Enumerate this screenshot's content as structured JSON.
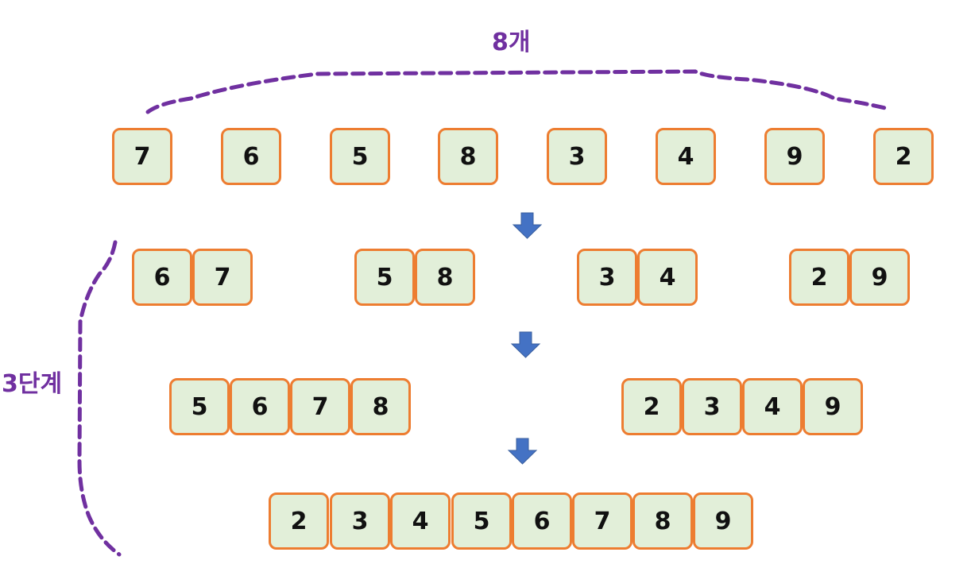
{
  "labels": {
    "count": "8개",
    "steps": "3단계"
  },
  "rows": [
    [
      "7",
      "6",
      "5",
      "8",
      "3",
      "4",
      "9",
      "2"
    ],
    [
      [
        "6",
        "7"
      ],
      [
        "5",
        "8"
      ],
      [
        "3",
        "4"
      ],
      [
        "2",
        "9"
      ]
    ],
    [
      [
        "5",
        "6",
        "7",
        "8"
      ],
      [
        "2",
        "3",
        "4",
        "9"
      ]
    ],
    [
      [
        "2",
        "3",
        "4",
        "5",
        "6",
        "7",
        "8",
        "9"
      ]
    ]
  ],
  "colors": {
    "box_fill": "#e2efd9",
    "box_border": "#ed7d31",
    "brace": "#7030a0",
    "arrow": "#4472c4"
  }
}
